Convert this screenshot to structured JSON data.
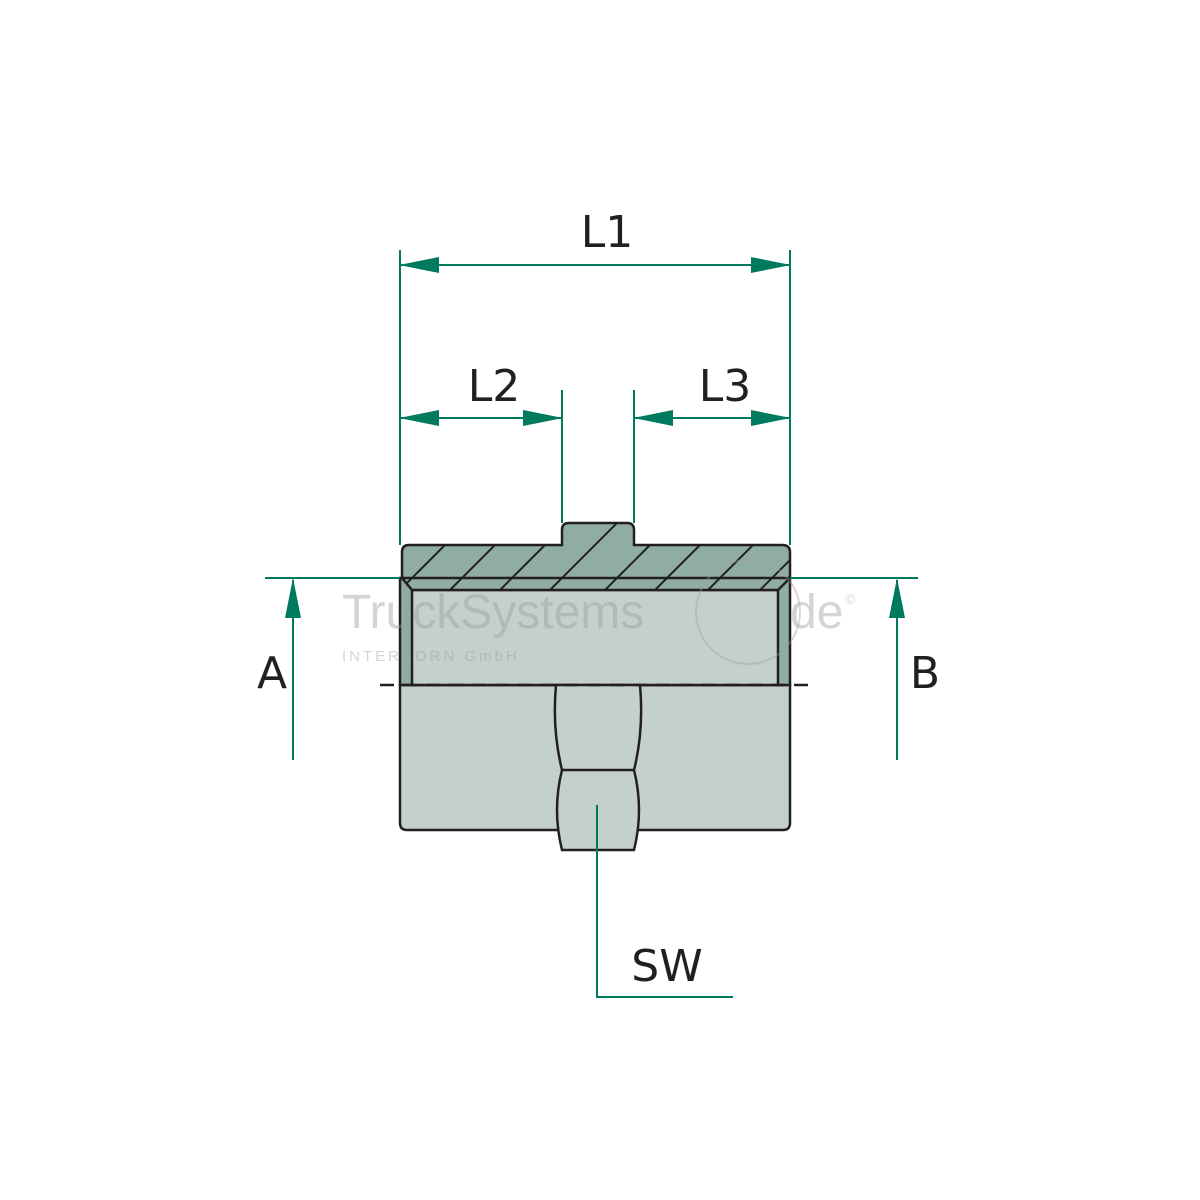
{
  "labels": {
    "l1": "L1",
    "l2": "L2",
    "l3": "L3",
    "a": "A",
    "b": "B",
    "sw": "SW"
  },
  "watermark": {
    "brand": "TruckSystems",
    "tld": "de",
    "copyright": "©",
    "company": "INTERKORN GmbH"
  },
  "colors": {
    "dimension": "#007a5e",
    "section": "#8fada3",
    "body": "#c3d0cc",
    "outline": "#231f20"
  }
}
